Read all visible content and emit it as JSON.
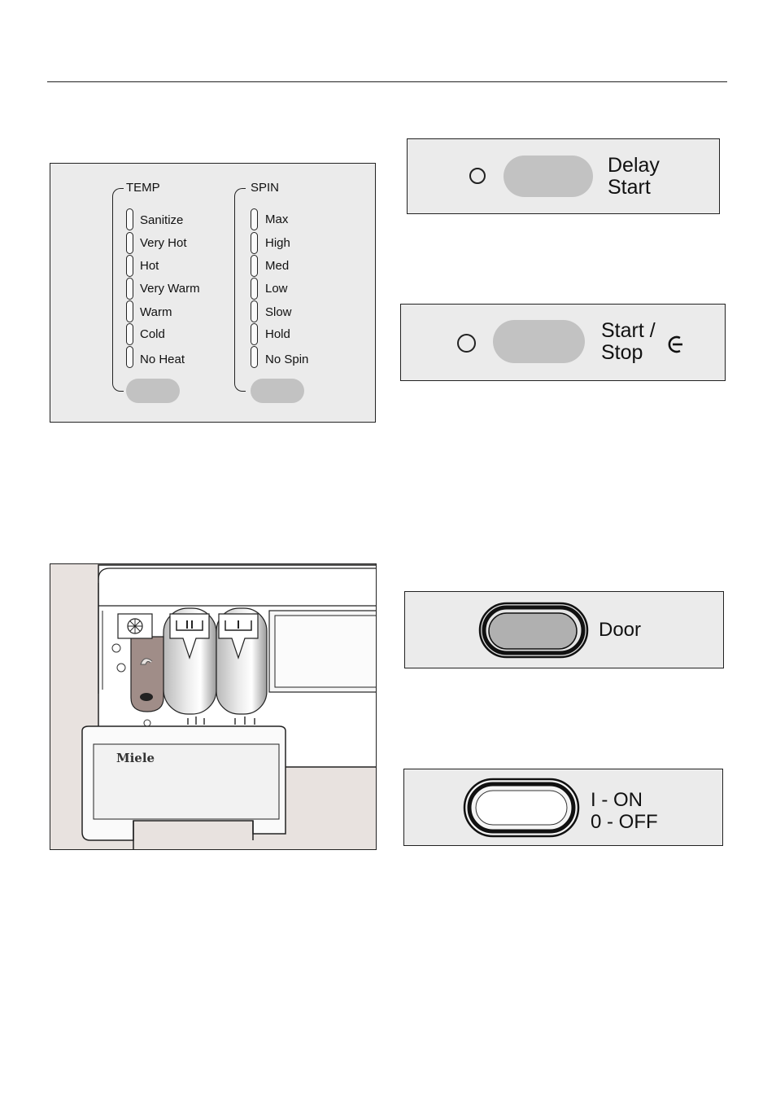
{
  "temp": {
    "title": "TEMP",
    "options": [
      "Sanitize",
      "Very Hot",
      "Hot",
      "Very Warm",
      "Warm",
      "Cold",
      "No Heat"
    ]
  },
  "spin": {
    "title": "SPIN",
    "options": [
      "Max",
      "High",
      "Med",
      "Low",
      "Slow",
      "Hold",
      "No Spin"
    ]
  },
  "delay_start": {
    "line1": "Delay",
    "line2": "Start"
  },
  "start_stop": {
    "line1": "Start /",
    "line2": "Stop",
    "icon": "start-stop-symbol-icon"
  },
  "door": {
    "label": "Door"
  },
  "power": {
    "line1": "I - ON",
    "line2": "0 - OFF"
  },
  "dispenser": {
    "brand": "Miele"
  },
  "colors": {
    "panel": "#ebebeb",
    "button": "#c2c2c2",
    "outline": "#222222"
  }
}
